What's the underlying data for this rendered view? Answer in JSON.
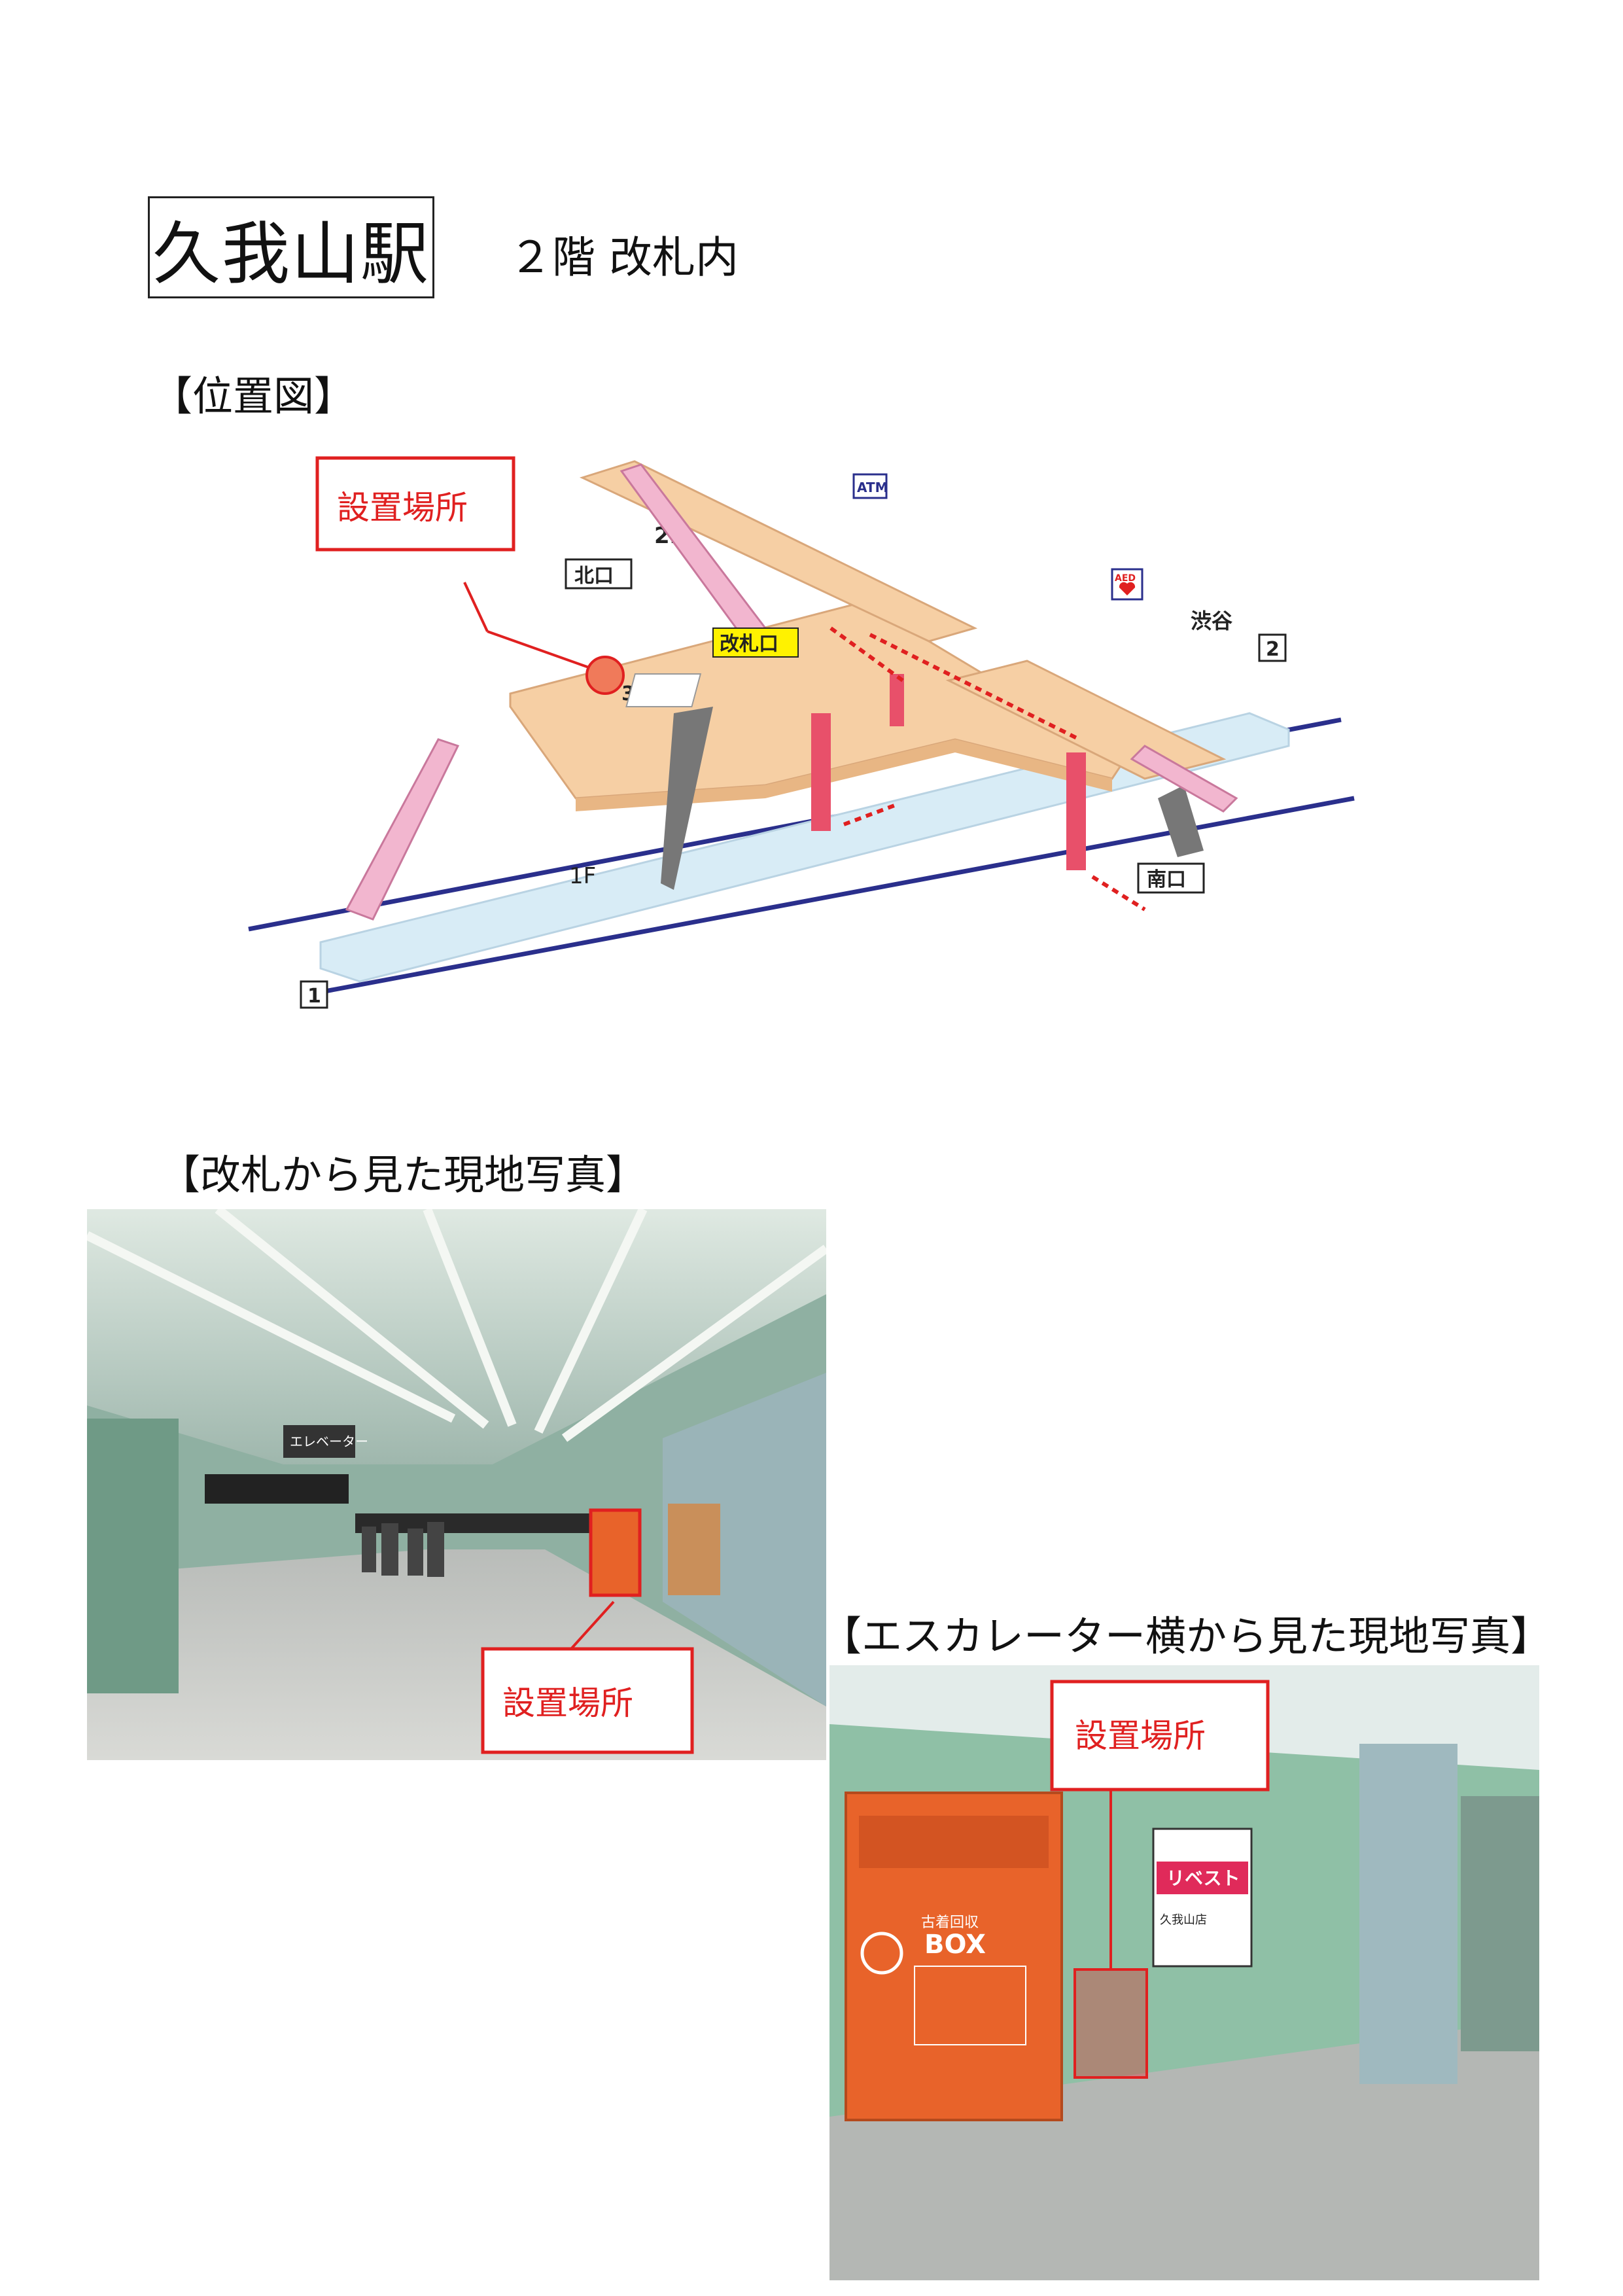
{
  "title": {
    "station": "久我山駅",
    "subtitle": "２階  改札内"
  },
  "sections": {
    "map_label": "【位置図】",
    "photo1_label": "【改札から見た現地写真】",
    "photo2_label": "【エスカレーター横から見た現地写真】"
  },
  "map": {
    "callout": "設置場所",
    "floor_2f": "2F",
    "floor_3f": "3F",
    "floor_1f": "1F",
    "north_exit": "北口",
    "south_exit": "南口",
    "gate": "改札口",
    "shibuya": "渋谷",
    "platform_1": "1",
    "platform_2": "2",
    "atm": "ATM",
    "aed": "AED",
    "colors": {
      "floor_upper": "#f6cfa4",
      "floor_lower": "#d8ecf6",
      "track": "#2a2f8c",
      "callout_red": "#e02020",
      "pillar_red": "#e8506a"
    }
  },
  "photo1": {
    "callout": "設置場所",
    "sign_elevator": "エレベーター"
  },
  "photo2": {
    "callout": "設置場所",
    "box_label_top": "古着回収",
    "box_label": "BOX",
    "poster_title": "リベスト",
    "poster_sub": "久我山店"
  }
}
